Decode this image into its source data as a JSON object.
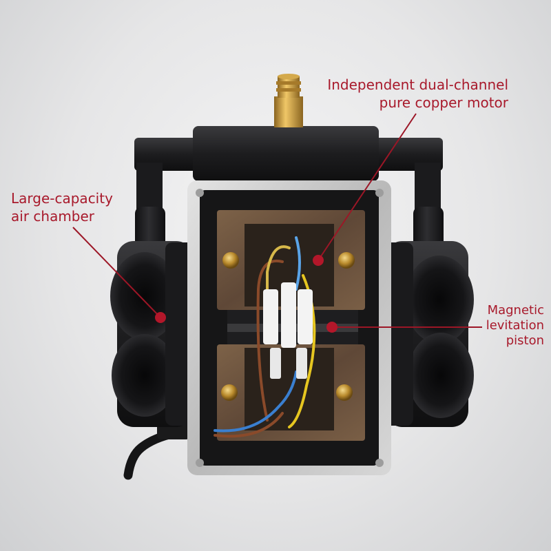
{
  "colors": {
    "label_text": "#a8192b",
    "leader_line": "#9c1626",
    "marker_dot": "#b3172a",
    "background": "#e9e9ea",
    "housing": "#1c1c1e",
    "frame": "#c8c8c8",
    "coil_plate": "#6d5540",
    "fitting_brass": "#c99a3a"
  },
  "callouts": {
    "motor": {
      "line1": "Independent dual-channel",
      "line2": "pure copper motor"
    },
    "chamber": {
      "line1": "Large-capacity",
      "line2": "air chamber"
    },
    "piston": {
      "line1": "Magnetic",
      "line2": "levitation",
      "line3": "piston"
    }
  },
  "icons": {
    "marker": "dot-marker"
  }
}
